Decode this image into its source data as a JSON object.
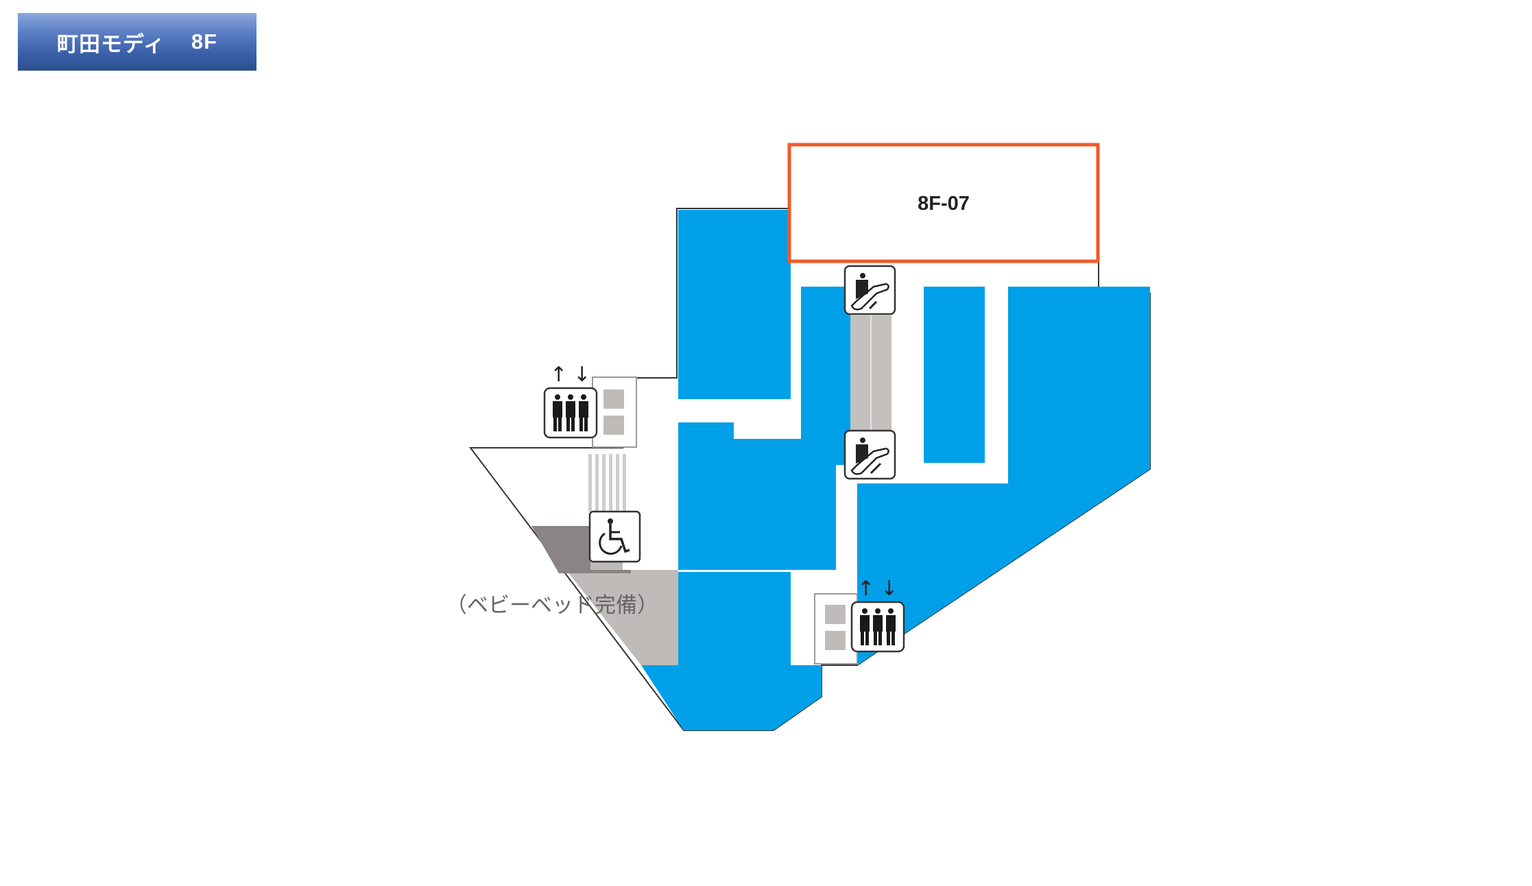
{
  "header": {
    "building": "町田モディ",
    "floor": "8F"
  },
  "map": {
    "highlighted_unit": {
      "id": "8F-07",
      "border_color": "#f05a28"
    },
    "colors": {
      "tenant": "#00a0e9",
      "corridor": "#ffffff",
      "restroom_dark": "#8a8584",
      "restroom_light": "#bfbbb8",
      "escalator": "#c3c0bd",
      "outline": "#333333"
    },
    "notes": {
      "baby_bed": "（ベビーベッド完備）"
    },
    "icons": {
      "elevator_west": "elevator-icon",
      "elevator_east": "elevator-icon",
      "escalator_top": "escalator-down-icon",
      "escalator_bottom": "escalator-up-icon",
      "accessible_toilet": "wheelchair-icon"
    }
  }
}
